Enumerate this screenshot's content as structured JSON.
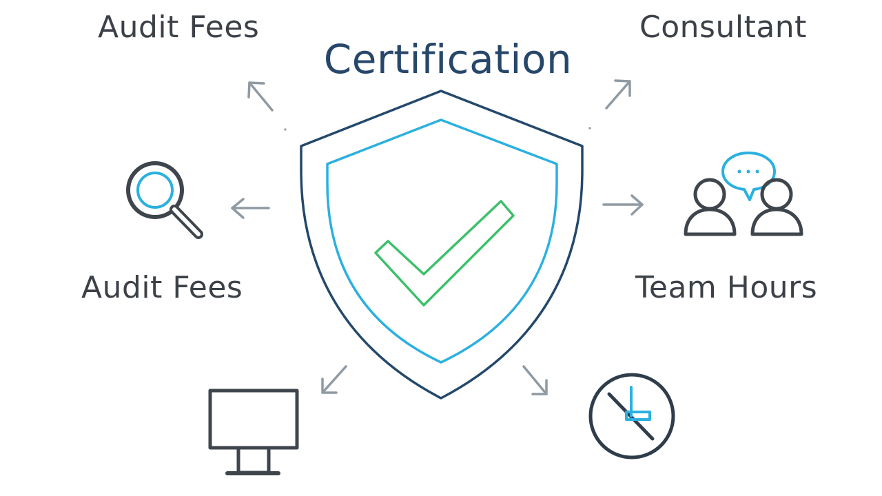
{
  "diagram": {
    "title": "Certification",
    "labels": {
      "top_left": "Audit Fees",
      "top_right": "Consultant",
      "middle_left": "Audit Fees",
      "middle_right": "Team Hours"
    },
    "icons": {
      "center": "shield-check-icon",
      "left": "magnifier-icon",
      "right": "team-chat-icon",
      "bottom_left": "monitor-icon",
      "bottom_right": "clock-icon"
    },
    "colors": {
      "title": "#27476a",
      "text": "#3c4148",
      "shield_outer": "#23486b",
      "shield_inner": "#2bb0e0",
      "check": "#3cc06a",
      "arrow": "#8f9aa3",
      "icon_stroke": "#3f454c",
      "accent": "#2bb0e0"
    }
  }
}
